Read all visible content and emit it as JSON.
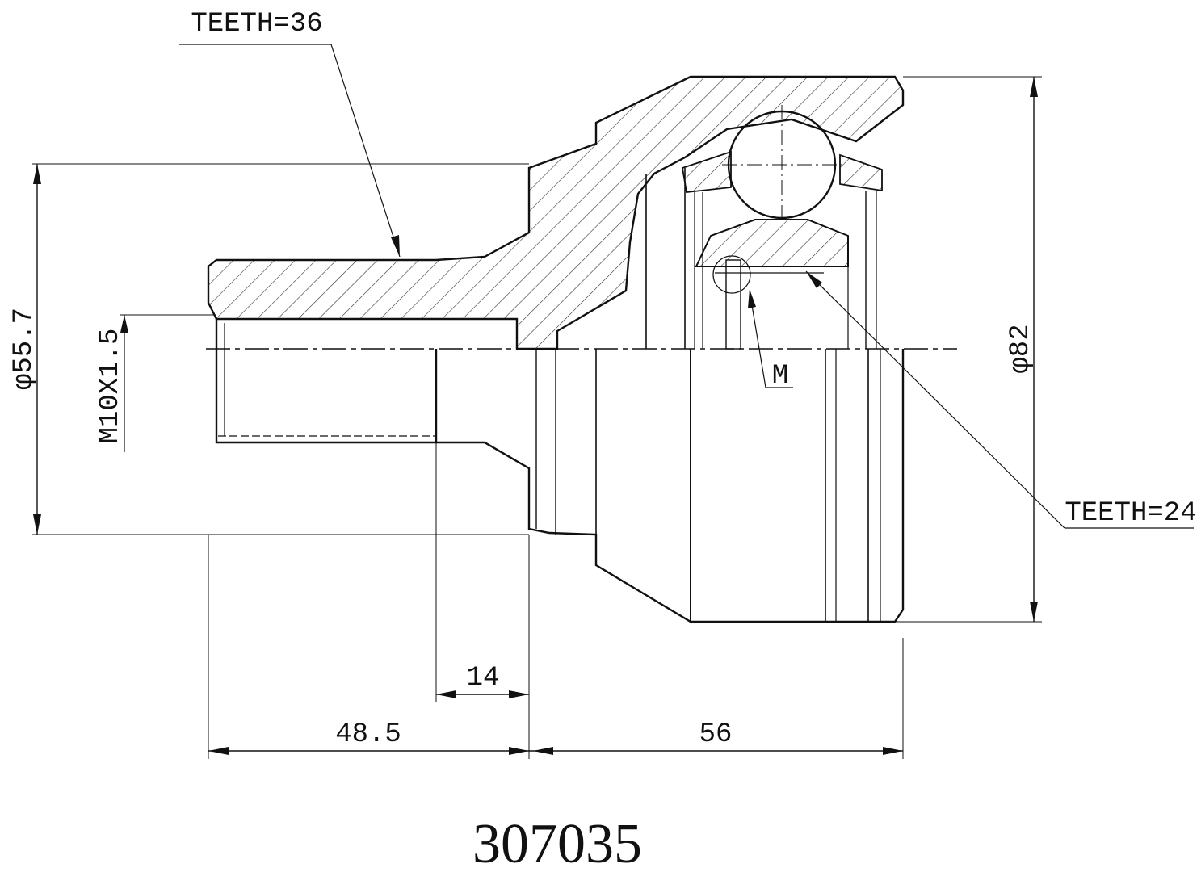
{
  "callouts": {
    "teeth_spline": "TEETH=36",
    "teeth_inner": "TEETH=24",
    "detail_marker": "M"
  },
  "dimensions": {
    "shaft_diameter": "φ55.7",
    "thread": "M10X1.5",
    "outer_diameter": "φ82",
    "shoulder_length": "14",
    "stem_length": "48.5",
    "body_length": "56"
  },
  "part_number": "307035",
  "colors": {
    "line": "#111111",
    "background": "#ffffff"
  }
}
